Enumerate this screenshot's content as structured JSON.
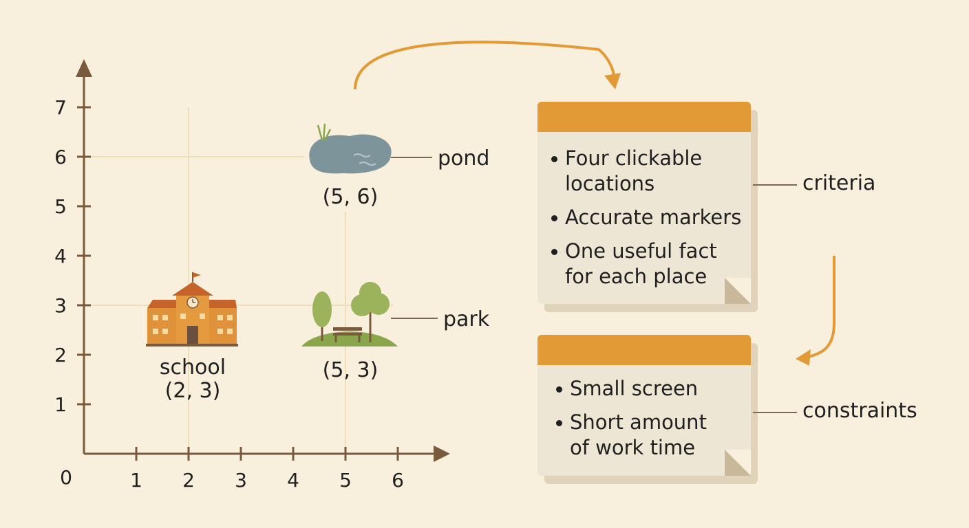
{
  "graph": {
    "origin_label": "0",
    "x_ticks": [
      "1",
      "2",
      "3",
      "4",
      "5",
      "6"
    ],
    "y_ticks": [
      "1",
      "2",
      "3",
      "4",
      "5",
      "6",
      "7"
    ]
  },
  "places": {
    "school": {
      "name": "school",
      "coords": "(2, 3)",
      "x": 2,
      "y": 3
    },
    "pond": {
      "name": "pond",
      "coords": "(5, 6)",
      "x": 5,
      "y": 6
    },
    "park": {
      "name": "park",
      "coords": "(5, 3)",
      "x": 5,
      "y": 3
    }
  },
  "criteria": {
    "label": "criteria",
    "items": [
      [
        "Four clickable",
        "locations"
      ],
      [
        "Accurate markers"
      ],
      [
        "One useful fact",
        "for each place"
      ]
    ]
  },
  "constraints": {
    "label": "constraints",
    "items": [
      [
        "Small screen"
      ],
      [
        "Short amount",
        "of work time"
      ]
    ]
  },
  "colors": {
    "background": "#f8efdd",
    "axis": "#7a5a3c",
    "grid": "#eedfb8",
    "accent": "#e29a37",
    "card": "#eee6d5",
    "school": "#e0923a",
    "pond": "#7d949b",
    "park": "#8aa64c"
  }
}
